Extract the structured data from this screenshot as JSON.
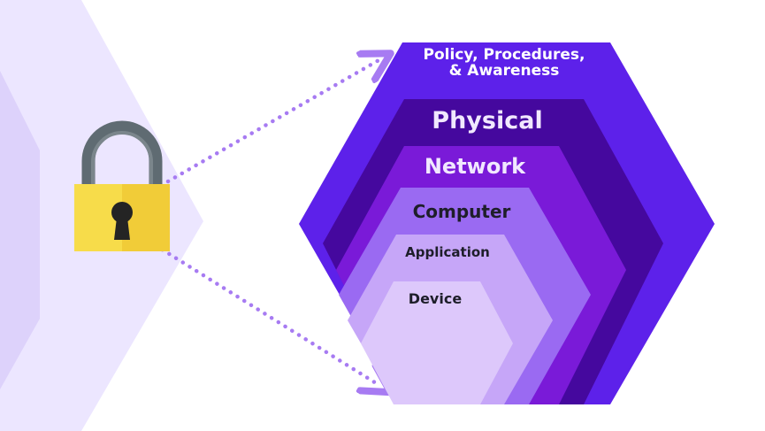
{
  "colors": {
    "background": "#ffffff",
    "left_chevron_outer": "#ece6ff",
    "left_chevron_inner": "#ddd2fb",
    "arrow_dots": "#a77bf2",
    "lock_body": "#f7dc4a",
    "lock_body_shade": "#f1cc38",
    "lock_shackle": "#5f6b72",
    "keyhole": "#242424",
    "layer_policy": "#5d21ea",
    "layer_physical": "#45089e",
    "layer_network": "#7a1ad8",
    "layer_computer": "#9a6af2",
    "layer_application": "#c6a6f8",
    "layer_device": "#ddc8fb"
  },
  "icons": {
    "lock": "padlock-icon"
  },
  "layers": [
    {
      "id": "policy",
      "label_line1": "Policy, Procedures,",
      "label_line2": "& Awareness",
      "text_color": "#ffffff"
    },
    {
      "id": "physical",
      "label": "Physical",
      "text_color": "#f1e8ff"
    },
    {
      "id": "network",
      "label": "Network",
      "text_color": "#f1e8ff"
    },
    {
      "id": "computer",
      "label": "Computer",
      "text_color": "#1e1e2a"
    },
    {
      "id": "application",
      "label": "Application",
      "text_color": "#1e1e2a"
    },
    {
      "id": "device",
      "label": "Device",
      "text_color": "#1e1e2a"
    }
  ]
}
